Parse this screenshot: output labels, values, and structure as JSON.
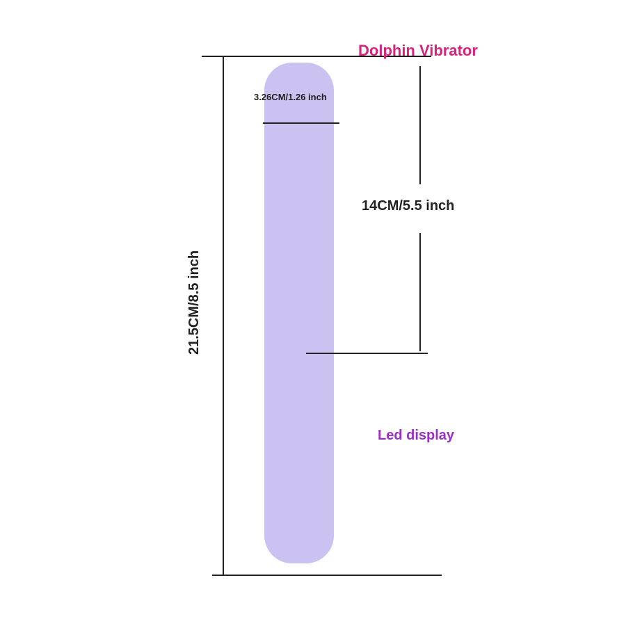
{
  "title": "Dolphin Vibrator",
  "labels": {
    "width": "3.26CM/1.26 inch",
    "insertable_length": "14CM/5.5 inch",
    "total_length": "21.5CM/8.5 inch",
    "led": "Led display"
  },
  "colors": {
    "title": "#d6247a",
    "led": "#9b2fc4",
    "product": "#7a4fd0"
  }
}
